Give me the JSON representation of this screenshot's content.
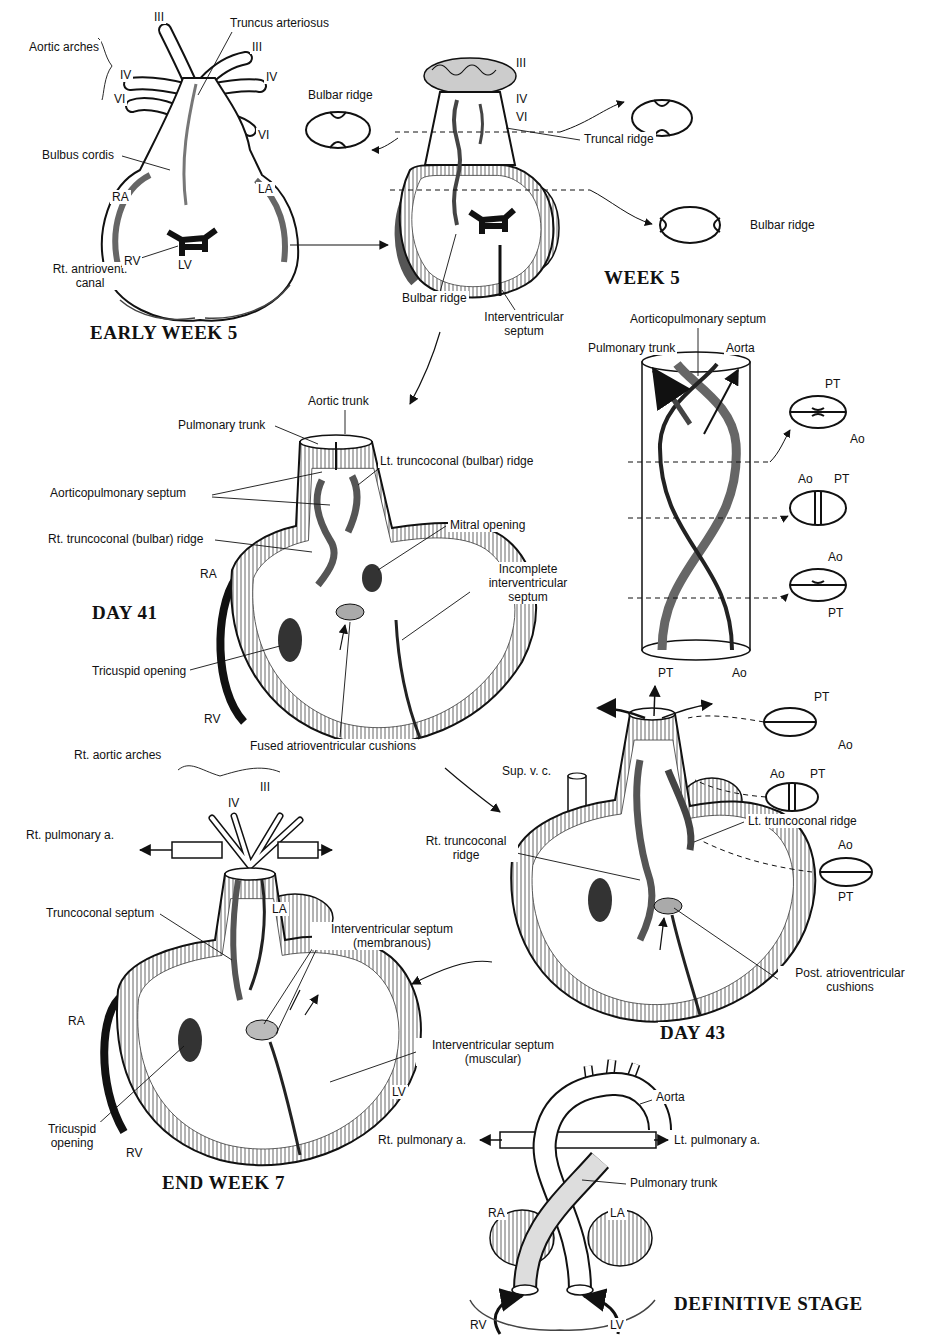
{
  "diagram": {
    "labels": [
      "Truncus arteriosus",
      "Aortic arches",
      "III",
      "III",
      "IV",
      "IV",
      "VI",
      "VI",
      "Bulbus cordis",
      "RA",
      "LA",
      "Rt. antriovent. canal",
      "RV",
      "LV",
      "EARLY WEEK 5",
      "Bulbar ridge",
      "III",
      "IV",
      "VI",
      "Truncal ridge",
      "Bulbar ridge",
      "WEEK 5",
      "Bulbar ridge",
      "Interventricular septum",
      "Aortic trunk",
      "Pulmonary trunk",
      "Lt. truncoconal (bulbar) ridge",
      "Aorticopulmonary septum",
      "Rt. truncoconal (bulbar) ridge",
      "Mitral opening",
      "RA",
      "Incomplete interventricular septum",
      "DAY 41",
      "Tricuspid opening",
      "RV",
      "Fused atrioventricular cushions",
      "Aorticopulmonary septum",
      "Pulmonary trunk",
      "Aorta",
      "PT",
      "Ao",
      "Ao",
      "PT",
      "Ao",
      "PT",
      "PT",
      "Ao",
      "PT",
      "Ao",
      "Ao",
      "PT",
      "Lt. truncoconal ridge",
      "Ao",
      "PT",
      "Sup. v. c.",
      "Rt. truncoconal ridge",
      "Post. atrioventricular cushions",
      "DAY 43",
      "Rt. aortic arches",
      "III",
      "IV",
      "Rt. pulmonary a.",
      "LA",
      "Truncoconal septum",
      "Interventricular septum (membranous)",
      "RA",
      "Interventricular septum (muscular)",
      "LV",
      "Tricuspid opening",
      "RV",
      "END WEEK 7",
      "Aorta",
      "Rt. pulmonary a.",
      "Lt. pulmonary a.",
      "Pulmonary trunk",
      "RA",
      "LA",
      "RV",
      "LV",
      "DEFINITIVE STAGE"
    ]
  }
}
